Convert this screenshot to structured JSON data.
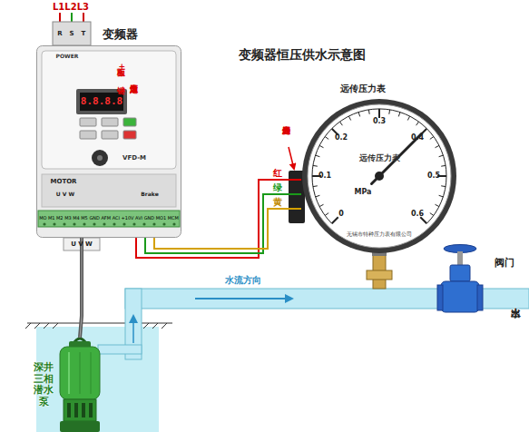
{
  "diagram": {
    "title": "变频器恒压供水示意图",
    "nodes": [
      {
        "text": [
          "变频器",
          "VFD-M"
        ]
      },
      {
        "text": [
          "远传压力表",
          "远传压力表"
        ]
      },
      {
        "text": [
          "阀门"
        ]
      },
      {
        "text": [
          "深井三相潜水泵"
        ]
      }
    ],
    "edges": [
      {
        "from": 0,
        "to": 1,
        "arrow": "none"
      },
      {
        "from": 0,
        "to": 3,
        "arrow": "none"
      }
    ],
    "labels": [
      "L1L2L3",
      "R",
      "S",
      "T",
      "POWER",
      "8.8.8.8",
      "MOTOR",
      "U V W",
      "Brake",
      "MO M1 M2 M3 M4 M5 GND AFM ACI +10V AVI GND MO1 MCM",
      "U V W",
      "面板+-键",
      "为压力设定值",
      "为远传压力表",
      "红",
      "绿",
      "黄",
      "0",
      "0.1",
      "0.2",
      "0.3",
      "0.4",
      "0.5",
      "0.6",
      "MPa",
      "无锡市特种压力表有限公司",
      "水流方向",
      "出水"
    ]
  }
}
